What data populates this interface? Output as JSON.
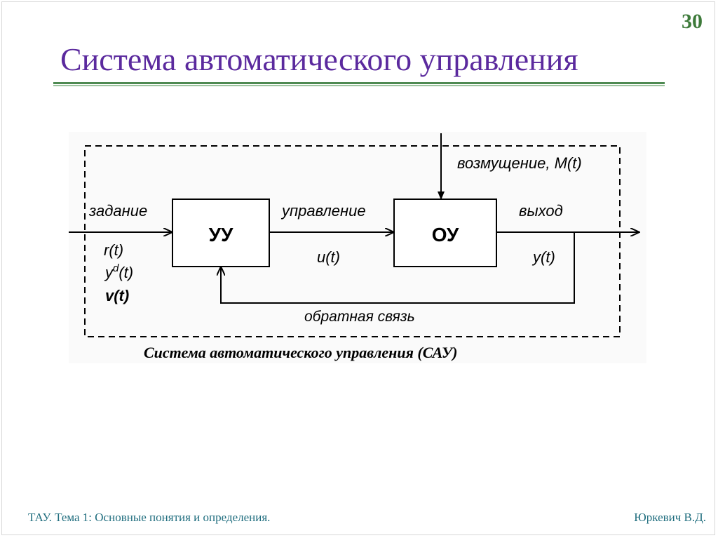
{
  "slide": {
    "number": "30",
    "title": "Система автоматического управления"
  },
  "diagram": {
    "block_controller": "УУ",
    "block_plant": "ОУ",
    "label_setpoint": "задание",
    "label_control": "управление",
    "label_output": "выход",
    "label_disturbance": "возмущение, M(t)",
    "label_feedback": "обратная связь",
    "signal_r": "r(t)",
    "signal_yd_base": "y",
    "signal_yd_sup": "d",
    "signal_yd_tail": "(t)",
    "signal_v": "v(t)",
    "signal_u": "u(t)",
    "signal_y": "y(t)",
    "caption": "Система автоматического управления (САУ)"
  },
  "footer": {
    "left": "ТАУ. Тема 1: Основные понятия и определения.",
    "right": "Юркевич В.Д."
  }
}
